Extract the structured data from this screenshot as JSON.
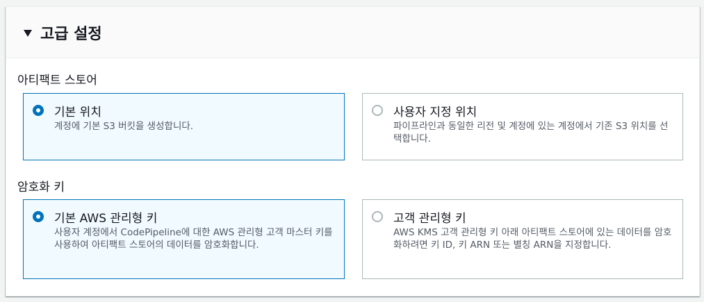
{
  "section": {
    "title": "고급 설정"
  },
  "artifact_store": {
    "label": "아티팩트 스토어",
    "options": [
      {
        "title": "기본 위치",
        "description": "계정에 기본 S3 버킷을 생성합니다.",
        "selected": true
      },
      {
        "title": "사용자 지정 위치",
        "description": "파이프라인과 동일한 리전 및 계정에 있는 계정에서 기존 S3 위치를 선택합니다.",
        "selected": false
      }
    ]
  },
  "encryption_key": {
    "label": "암호화 키",
    "options": [
      {
        "title": "기본 AWS 관리형 키",
        "description": "사용자 계정에서 CodePipeline에 대한 AWS 관리형 고객 마스터 키를 사용하여 아티팩트 스토어의 데이터를 암호화합니다.",
        "selected": true
      },
      {
        "title": "고객 관리형 키",
        "description": "AWS KMS 고객 관리형 키 아래 아티팩트 스토어에 있는 데이터를 암호화하려면 키 ID, 키 ARN 또는 별칭 ARN을 지정합니다.",
        "selected": false
      }
    ]
  },
  "colors": {
    "accent": "#0073bb",
    "selected_bg": "#f1faff",
    "border": "#aab7b8"
  }
}
